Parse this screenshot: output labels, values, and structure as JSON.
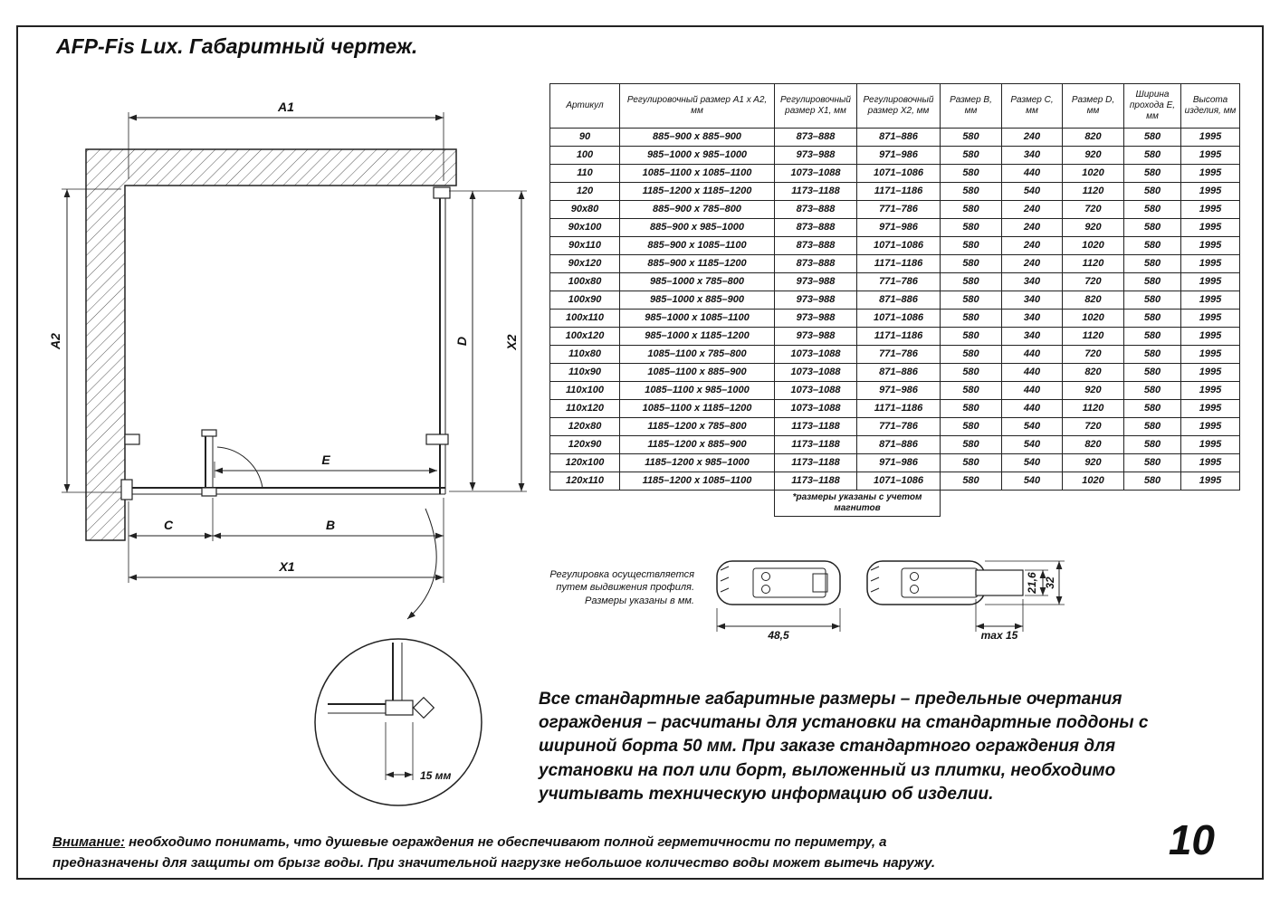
{
  "page": {
    "title": "AFP-Fis Lux. Габаритный чертеж.",
    "number": "10"
  },
  "table": {
    "headers": [
      "Артикул",
      "Регулировочный размер A1 x A2, мм",
      "Регулировочный размер X1, мм",
      "Регулировочный размер X2, мм",
      "Размер B, мм",
      "Размер C, мм",
      "Размер D, мм",
      "Ширина прохода E, мм",
      "Высота изделия, мм"
    ],
    "rows": [
      [
        "90",
        "885–900 x 885–900",
        "873–888",
        "871–886",
        "580",
        "240",
        "820",
        "580",
        "1995"
      ],
      [
        "100",
        "985–1000 x 985–1000",
        "973–988",
        "971–986",
        "580",
        "340",
        "920",
        "580",
        "1995"
      ],
      [
        "110",
        "1085–1100 x 1085–1100",
        "1073–1088",
        "1071–1086",
        "580",
        "440",
        "1020",
        "580",
        "1995"
      ],
      [
        "120",
        "1185–1200 x 1185–1200",
        "1173–1188",
        "1171–1186",
        "580",
        "540",
        "1120",
        "580",
        "1995"
      ],
      [
        "90x80",
        "885–900 x 785–800",
        "873–888",
        "771–786",
        "580",
        "240",
        "720",
        "580",
        "1995"
      ],
      [
        "90x100",
        "885–900 x 985–1000",
        "873–888",
        "971–986",
        "580",
        "240",
        "920",
        "580",
        "1995"
      ],
      [
        "90x110",
        "885–900 x 1085–1100",
        "873–888",
        "1071–1086",
        "580",
        "240",
        "1020",
        "580",
        "1995"
      ],
      [
        "90x120",
        "885–900 x 1185–1200",
        "873–888",
        "1171–1186",
        "580",
        "240",
        "1120",
        "580",
        "1995"
      ],
      [
        "100x80",
        "985–1000 x 785–800",
        "973–988",
        "771–786",
        "580",
        "340",
        "720",
        "580",
        "1995"
      ],
      [
        "100x90",
        "985–1000 x 885–900",
        "973–988",
        "871–886",
        "580",
        "340",
        "820",
        "580",
        "1995"
      ],
      [
        "100x110",
        "985–1000 x 1085–1100",
        "973–988",
        "1071–1086",
        "580",
        "340",
        "1020",
        "580",
        "1995"
      ],
      [
        "100x120",
        "985–1000 x 1185–1200",
        "973–988",
        "1171–1186",
        "580",
        "340",
        "1120",
        "580",
        "1995"
      ],
      [
        "110x80",
        "1085–1100 x 785–800",
        "1073–1088",
        "771–786",
        "580",
        "440",
        "720",
        "580",
        "1995"
      ],
      [
        "110x90",
        "1085–1100 x 885–900",
        "1073–1088",
        "871–886",
        "580",
        "440",
        "820",
        "580",
        "1995"
      ],
      [
        "110x100",
        "1085–1100 x 985–1000",
        "1073–1088",
        "971–986",
        "580",
        "440",
        "920",
        "580",
        "1995"
      ],
      [
        "110x120",
        "1085–1100 x 1185–1200",
        "1073–1088",
        "1171–1186",
        "580",
        "440",
        "1120",
        "580",
        "1995"
      ],
      [
        "120x80",
        "1185–1200 x 785–800",
        "1173–1188",
        "771–786",
        "580",
        "540",
        "720",
        "580",
        "1995"
      ],
      [
        "120x90",
        "1185–1200 x 885–900",
        "1173–1188",
        "871–886",
        "580",
        "540",
        "820",
        "580",
        "1995"
      ],
      [
        "120x100",
        "1185–1200 x 985–1000",
        "1173–1188",
        "971–986",
        "580",
        "540",
        "920",
        "580",
        "1995"
      ],
      [
        "120x110",
        "1185–1200 x 1085–1100",
        "1173–1188",
        "1071–1086",
        "580",
        "540",
        "1020",
        "580",
        "1995"
      ]
    ],
    "footnote": "*размеры указаны с учетом магнитов"
  },
  "drawing": {
    "dim_a1": "A1",
    "dim_a2": "A2",
    "dim_x1": "X1",
    "dim_x2": "X2",
    "dim_b": "B",
    "dim_c": "C",
    "dim_d": "D",
    "dim_e": "E",
    "detail_dim": "15 мм"
  },
  "profiles": {
    "note": "Регулировка осуществляется путем выдвижения профиля. Размеры указаны в мм.",
    "dim_width": "48,5",
    "dim_max": "max 15",
    "dim_inner": "21,6",
    "dim_outer": "32"
  },
  "info_paragraph": "Все стандартные габаритные размеры – предельные очертания ограждения – расчитаны для установки на стандартные поддоны с шириной борта 50 мм. При заказе стандартного ограждения для установки на пол или борт, выложенный из плитки, необходимо учитывать техническую информацию об изделии.",
  "warning": {
    "label": "Внимание:",
    "text": "необходимо понимать, что душевые ограждения не обеспечивают полной герметичности по периметру, а предназначены для защиты от брызг воды. При значительной нагрузке небольшое количество воды может вытечь наружу."
  }
}
